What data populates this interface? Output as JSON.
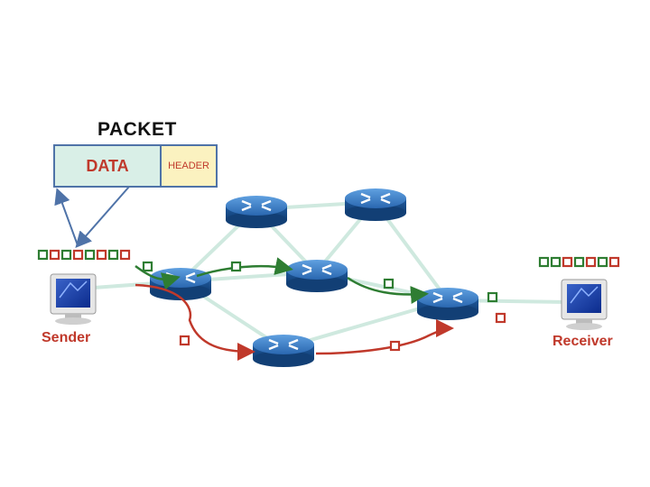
{
  "packet": {
    "title": "PACKET",
    "data_label": "DATA",
    "header_label": "HEADER"
  },
  "sender": {
    "label": "Sender"
  },
  "receiver": {
    "label": "Receiver"
  },
  "colors": {
    "green_packet": "#2e7d32",
    "red_packet": "#c0392b",
    "link": "#cfe9df",
    "router": "#2d6eb5",
    "box_border": "#4f73a8"
  },
  "icons": [
    "router-icon",
    "computer-icon"
  ]
}
